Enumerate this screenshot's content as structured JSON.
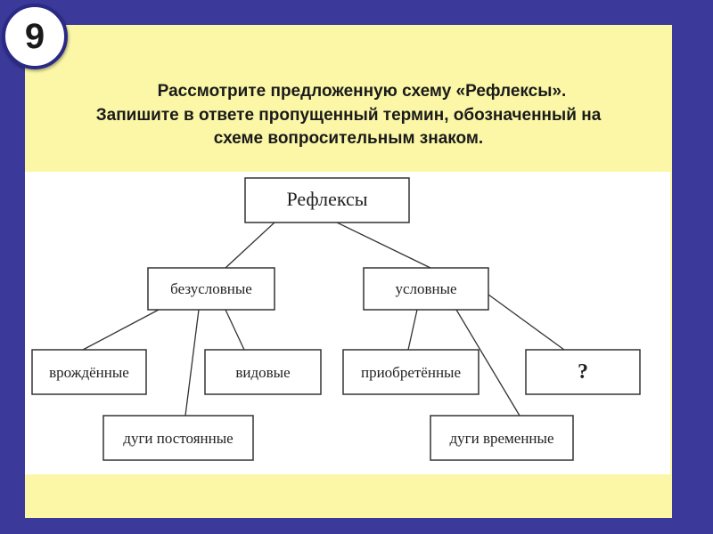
{
  "badge": {
    "number": "9"
  },
  "question": {
    "line1": "Рассмотрите предложенную схему «Рефлексы».",
    "line2": "Запишите в ответе пропущенный термин, обозначенный на",
    "line3": "схеме вопросительным знаком."
  },
  "diagram": {
    "nodes": {
      "root": "Рефлексы",
      "unconditioned": "безусловные",
      "conditioned": "условные",
      "innate": "врождённые",
      "species": "видовые",
      "permanent_arcs": "дуги постоянные",
      "acquired": "приобретённые",
      "unknown": "?",
      "temporary_arcs": "дуги временные"
    }
  },
  "colors": {
    "background": "#3b3a9a",
    "panel": "#fbf7a6",
    "badge_border": "#2a2a86"
  }
}
